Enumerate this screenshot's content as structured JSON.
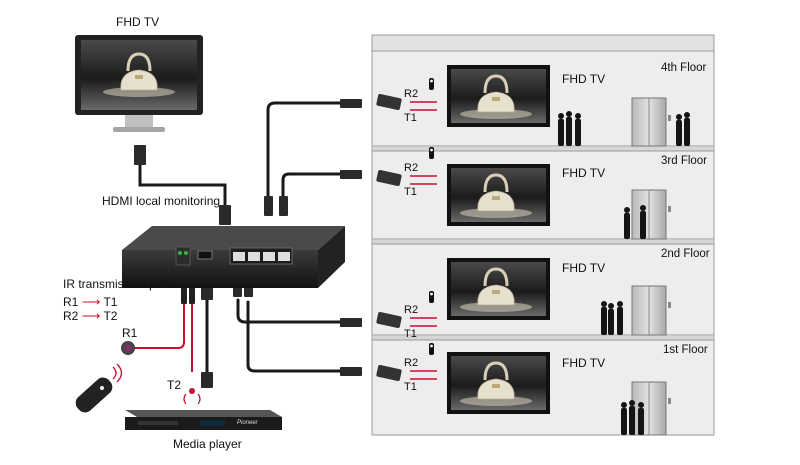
{
  "left": {
    "monitor_label": "FHD TV",
    "hdmi_label": "HDMI local monitoring",
    "ir_path_title": "IR transmission path",
    "ir_map": [
      {
        "from": "R1",
        "to": "T1"
      },
      {
        "from": "R2",
        "to": "T2"
      }
    ],
    "r1_label": "R1",
    "t2_label": "T2",
    "media_player_label": "Media player",
    "player_brand": "Pioneer"
  },
  "floors": [
    {
      "name": "4th Floor",
      "tv_label": "FHD TV",
      "r": "R2",
      "t": "T1"
    },
    {
      "name": "3rd Floor",
      "tv_label": "FHD TV",
      "r": "R2",
      "t": "T1"
    },
    {
      "name": "2nd Floor",
      "tv_label": "FHD TV",
      "r": "R2",
      "t": "T1"
    },
    {
      "name": "1st Floor",
      "tv_label": "FHD TV",
      "r": "R2",
      "t": "T1"
    }
  ],
  "colors": {
    "ir_red": "#c8102e",
    "cable": "#1a1a1a",
    "building_wall": "#e9e9e9",
    "building_line": "#9a9a9a"
  }
}
